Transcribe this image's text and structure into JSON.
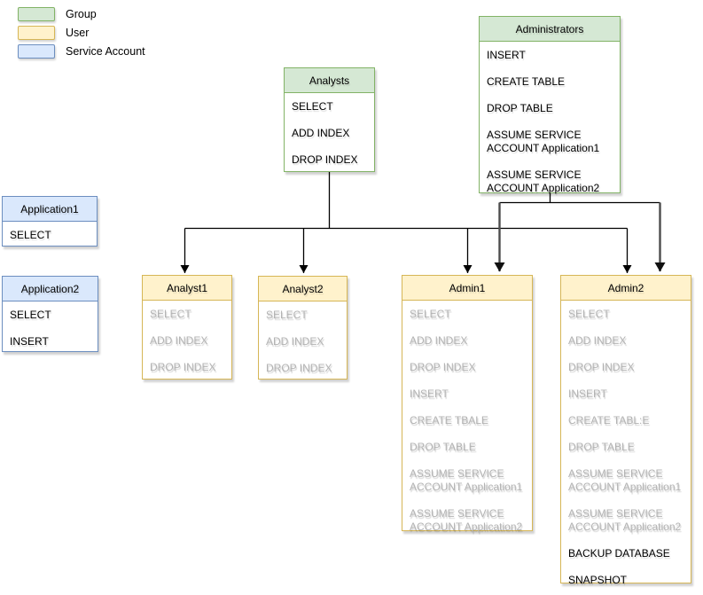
{
  "legend": {
    "items": [
      {
        "label": "Group",
        "fill": "#d5e8d4",
        "border": "#82b366"
      },
      {
        "label": "User",
        "fill": "#fff2cc",
        "border": "#d6b656"
      },
      {
        "label": "Service Account",
        "fill": "#dae8fc",
        "border": "#6c8ebf"
      }
    ]
  },
  "nodes": {
    "analysts": {
      "title": "Analysts",
      "kind": "group",
      "items": [
        {
          "label": "SELECT",
          "muted": false
        },
        {
          "label": "ADD INDEX",
          "muted": false
        },
        {
          "label": "DROP INDEX",
          "muted": false
        }
      ]
    },
    "administrators": {
      "title": "Administrators",
      "kind": "group",
      "items": [
        {
          "label": "INSERT",
          "muted": false
        },
        {
          "label": "CREATE TABLE",
          "muted": false
        },
        {
          "label": "DROP TABLE",
          "muted": false
        },
        {
          "label": "ASSUME SERVICE ACCOUNT Application1",
          "muted": false
        },
        {
          "label": "ASSUME SERVICE ACCOUNT Application2",
          "muted": false
        }
      ]
    },
    "application1": {
      "title": "Application1",
      "kind": "service-account",
      "items": [
        {
          "label": "SELECT",
          "muted": false
        }
      ]
    },
    "application2": {
      "title": "Application2",
      "kind": "service-account",
      "items": [
        {
          "label": "SELECT",
          "muted": false
        },
        {
          "label": "INSERT",
          "muted": false
        }
      ]
    },
    "analyst1": {
      "title": "Analyst1",
      "kind": "user",
      "items": [
        {
          "label": "SELECT",
          "muted": true
        },
        {
          "label": "ADD INDEX",
          "muted": true
        },
        {
          "label": "DROP INDEX",
          "muted": true
        }
      ]
    },
    "analyst2": {
      "title": "Analyst2",
      "kind": "user",
      "items": [
        {
          "label": "SELECT",
          "muted": true
        },
        {
          "label": "ADD INDEX",
          "muted": true
        },
        {
          "label": "DROP INDEX",
          "muted": true
        }
      ]
    },
    "admin1": {
      "title": "Admin1",
      "kind": "user",
      "items": [
        {
          "label": "SELECT",
          "muted": true
        },
        {
          "label": "ADD INDEX",
          "muted": true
        },
        {
          "label": "DROP INDEX",
          "muted": true
        },
        {
          "label": "INSERT",
          "muted": true
        },
        {
          "label": "CREATE TBALE",
          "muted": true
        },
        {
          "label": "DROP TABLE",
          "muted": true
        },
        {
          "label": "ASSUME SERVICE ACCOUNT Application1",
          "muted": true
        },
        {
          "label": "ASSUME SERVICE ACCOUNT Application2",
          "muted": true
        }
      ]
    },
    "admin2": {
      "title": "Admin2",
      "kind": "user",
      "items": [
        {
          "label": "SELECT",
          "muted": true
        },
        {
          "label": "ADD INDEX",
          "muted": true
        },
        {
          "label": "DROP INDEX",
          "muted": true
        },
        {
          "label": "INSERT",
          "muted": true
        },
        {
          "label": "CREATE TABL:E",
          "muted": true
        },
        {
          "label": "DROP TABLE",
          "muted": true
        },
        {
          "label": "ASSUME SERVICE ACCOUNT Application1",
          "muted": true
        },
        {
          "label": "ASSUME SERVICE ACCOUNT Application2",
          "muted": true
        },
        {
          "label": "BACKUP DATABASE",
          "muted": false
        },
        {
          "label": "SNAPSHOT",
          "muted": false
        }
      ]
    }
  },
  "edges": {
    "thin_color": "#000000",
    "thick_color": "#4d4d4d",
    "connections": [
      "Analysts -> Analyst1",
      "Analysts -> Analyst2",
      "Analysts -> Admin1",
      "Analysts -> Admin2",
      "Administrators -> Admin1",
      "Administrators -> Admin2"
    ]
  }
}
